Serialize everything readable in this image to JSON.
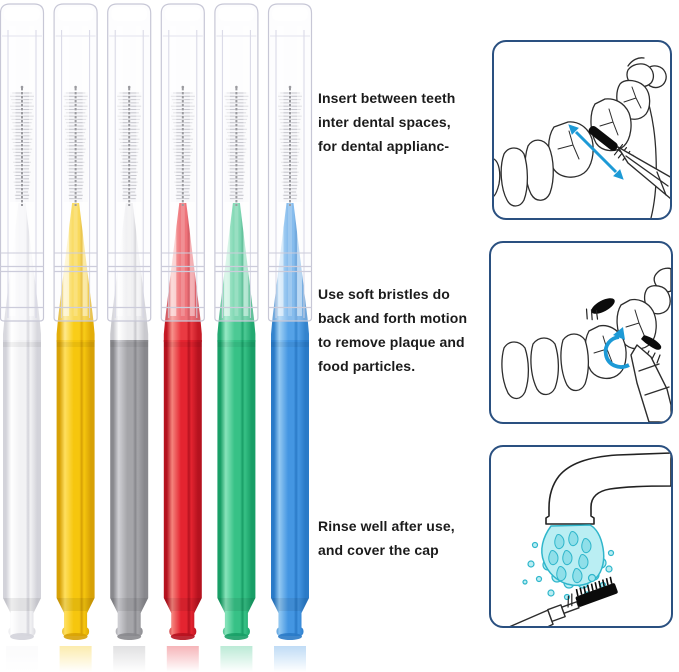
{
  "page": {
    "background": "#ffffff"
  },
  "product": {
    "description": "six interdental brushes with clear caps",
    "cap_outline": "#c7c7d6",
    "cap_ring": "#ccccdb",
    "wire_color": "#515158",
    "bristle_color": "#a8a8b2",
    "brushes": [
      {
        "name": "white",
        "body": "#f2f2f4",
        "edge": "#d3d3da",
        "light": "#ffffff",
        "cone_body": "#f6f6f8",
        "cone_edge": "#d8d8de",
        "cone_light": "#ffffff"
      },
      {
        "name": "yellow",
        "body": "#f6c60e",
        "edge": "#d7a106",
        "light": "#ffdf5e",
        "cone_body": "#f9cd18",
        "cone_edge": "#e3ad08",
        "cone_light": "#ffe98c"
      },
      {
        "name": "gray",
        "body": "#a5a5a9",
        "edge": "#88888d",
        "light": "#d0d0d5",
        "cone_body": "#ececee",
        "cone_edge": "#c9c9ce",
        "cone_light": "#ffffff"
      },
      {
        "name": "red",
        "body": "#e42430",
        "edge": "#b5121f",
        "light": "#f5837c",
        "cone_body": "#ea3a42",
        "cone_edge": "#c51a25",
        "cone_light": "#f7928b"
      },
      {
        "name": "green",
        "body": "#37c186",
        "edge": "#189e66",
        "light": "#87e4ba",
        "cone_body": "#4cc994",
        "cone_edge": "#23a971",
        "cone_light": "#96e9c4"
      },
      {
        "name": "blue",
        "body": "#4496e2",
        "edge": "#2a7ac7",
        "light": "#92c8f2",
        "cone_body": "#55a2e7",
        "cone_edge": "#3584cd",
        "cone_light": "#a2d1f4"
      }
    ]
  },
  "instructions": {
    "panel_border": "#2a5080",
    "arrow_color": "#1d9ad6",
    "water_fill": "#baeef3",
    "water_stroke": "#2fb6cb",
    "steps": [
      {
        "illustration": "insert-brush-between-teeth",
        "lines": [
          "Insert between teeth",
          "inter dental spaces,",
          "for dental applianc-"
        ]
      },
      {
        "illustration": "back-and-forth-brushing-motion",
        "lines": [
          "Use soft bristles do",
          "back and forth motion",
          "to remove plaque and",
          "food particles."
        ]
      },
      {
        "illustration": "rinse-brush-under-faucet",
        "lines": [
          "Rinse well after use,",
          "and cover the cap"
        ]
      }
    ]
  }
}
